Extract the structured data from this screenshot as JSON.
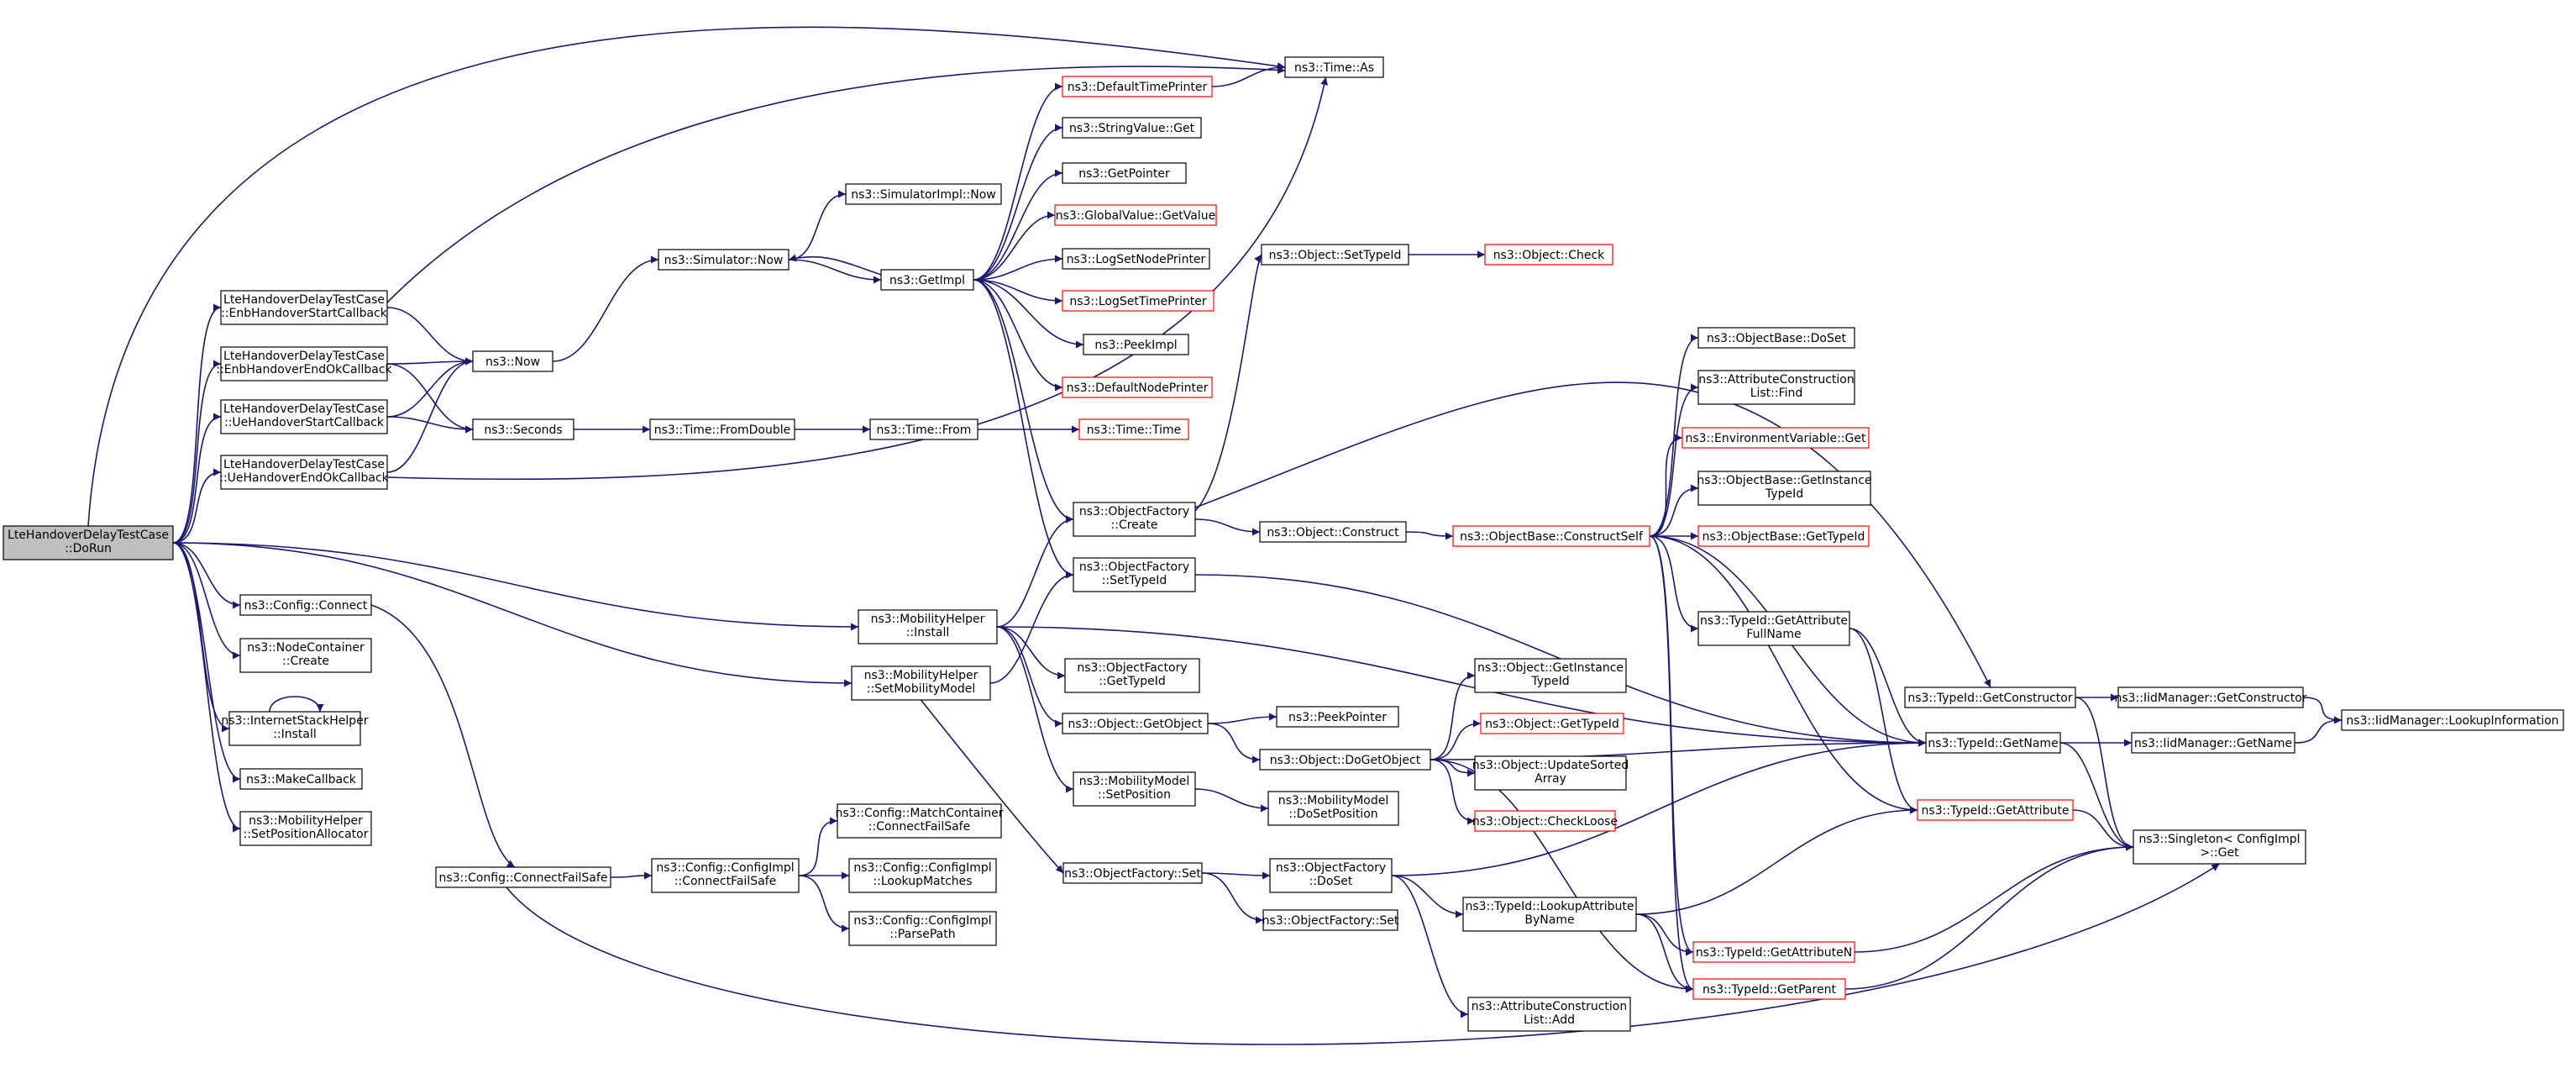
{
  "colors": {
    "edge": "#191970",
    "normal_border": "#000000",
    "truncated_border": "#ff0000",
    "root_fill": "#bfbfbf"
  },
  "nodes": [
    {
      "id": "root",
      "lines": [
        "LteHandoverDelayTestCase",
        "::DoRun"
      ],
      "style": "root"
    },
    {
      "id": "enbStart",
      "lines": [
        "LteHandoverDelayTestCase",
        "::EnbHandoverStartCallback"
      ]
    },
    {
      "id": "enbEnd",
      "lines": [
        "LteHandoverDelayTestCase",
        "::EnbHandoverEndOkCallback"
      ]
    },
    {
      "id": "ueStart",
      "lines": [
        "LteHandoverDelayTestCase",
        "::UeHandoverStartCallback"
      ]
    },
    {
      "id": "ueEnd",
      "lines": [
        "LteHandoverDelayTestCase",
        "::UeHandoverEndOkCallback"
      ]
    },
    {
      "id": "cfgConnect",
      "lines": [
        "ns3::Config::Connect"
      ]
    },
    {
      "id": "ncCreate",
      "lines": [
        "ns3::NodeContainer",
        "::Create"
      ]
    },
    {
      "id": "ishInstall",
      "lines": [
        "ns3::InternetStackHelper",
        "::Install"
      ]
    },
    {
      "id": "makeCb",
      "lines": [
        "ns3::MakeCallback"
      ]
    },
    {
      "id": "mhSetPos",
      "lines": [
        "ns3::MobilityHelper",
        "::SetPositionAllocator"
      ]
    },
    {
      "id": "now",
      "lines": [
        "ns3::Now"
      ]
    },
    {
      "id": "seconds",
      "lines": [
        "ns3::Seconds"
      ]
    },
    {
      "id": "simNow",
      "lines": [
        "ns3::Simulator::Now"
      ]
    },
    {
      "id": "simImplNow",
      "lines": [
        "ns3::SimulatorImpl::Now"
      ]
    },
    {
      "id": "fromDouble",
      "lines": [
        "ns3::Time::FromDouble"
      ]
    },
    {
      "id": "timeFrom",
      "lines": [
        "ns3::Time::From"
      ]
    },
    {
      "id": "timeTime",
      "lines": [
        "ns3::Time::Time"
      ],
      "style": "trunc"
    },
    {
      "id": "getImpl",
      "lines": [
        "ns3::GetImpl"
      ]
    },
    {
      "id": "defTime",
      "lines": [
        "ns3::DefaultTimePrinter"
      ],
      "style": "trunc"
    },
    {
      "id": "strGet",
      "lines": [
        "ns3::StringValue::Get"
      ]
    },
    {
      "id": "getPointer",
      "lines": [
        "ns3::GetPointer"
      ]
    },
    {
      "id": "gvGet",
      "lines": [
        "ns3::GlobalValue::GetValue"
      ],
      "style": "trunc"
    },
    {
      "id": "logNode",
      "lines": [
        "ns3::LogSetNodePrinter"
      ]
    },
    {
      "id": "logTime",
      "lines": [
        "ns3::LogSetTimePrinter"
      ],
      "style": "trunc"
    },
    {
      "id": "peekImpl",
      "lines": [
        "ns3::PeekImpl"
      ]
    },
    {
      "id": "defNode",
      "lines": [
        "ns3::DefaultNodePrinter"
      ],
      "style": "trunc"
    },
    {
      "id": "timeAs",
      "lines": [
        "ns3::Time::As"
      ]
    },
    {
      "id": "objSetTid",
      "lines": [
        "ns3::Object::SetTypeId"
      ]
    },
    {
      "id": "objCheck",
      "lines": [
        "ns3::Object::Check"
      ],
      "style": "trunc"
    },
    {
      "id": "ofCreate",
      "lines": [
        "ns3::ObjectFactory",
        "::Create"
      ]
    },
    {
      "id": "ofSetTid",
      "lines": [
        "ns3::ObjectFactory",
        "::SetTypeId"
      ]
    },
    {
      "id": "objConstruct",
      "lines": [
        "ns3::Object::Construct"
      ]
    },
    {
      "id": "obConstruct",
      "lines": [
        "ns3::ObjectBase::ConstructSelf"
      ],
      "style": "trunc"
    },
    {
      "id": "obDoSet",
      "lines": [
        "ns3::ObjectBase::DoSet"
      ]
    },
    {
      "id": "aclFind",
      "lines": [
        "ns3::AttributeConstruction",
        "List::Find"
      ]
    },
    {
      "id": "envGet",
      "lines": [
        "ns3::EnvironmentVariable::Get"
      ],
      "style": "trunc"
    },
    {
      "id": "obGetInst",
      "lines": [
        "ns3::ObjectBase::GetInstance",
        "TypeId"
      ]
    },
    {
      "id": "obGetTid",
      "lines": [
        "ns3::ObjectBase::GetTypeId"
      ],
      "style": "trunc"
    },
    {
      "id": "tidGetAttrFull",
      "lines": [
        "ns3::TypeId::GetAttribute",
        "FullName"
      ]
    },
    {
      "id": "mhInstall",
      "lines": [
        "ns3::MobilityHelper",
        "::Install"
      ]
    },
    {
      "id": "mhSetMob",
      "lines": [
        "ns3::MobilityHelper",
        "::SetMobilityModel"
      ]
    },
    {
      "id": "ofGetTid",
      "lines": [
        "ns3::ObjectFactory",
        "::GetTypeId"
      ]
    },
    {
      "id": "objGetObject",
      "lines": [
        "ns3::Object::GetObject"
      ]
    },
    {
      "id": "peekPointer",
      "lines": [
        "ns3::PeekPointer"
      ]
    },
    {
      "id": "mmSetPos",
      "lines": [
        "ns3::MobilityModel",
        "::SetPosition"
      ]
    },
    {
      "id": "mmDoSetPos",
      "lines": [
        "ns3::MobilityModel",
        "::DoSetPosition"
      ]
    },
    {
      "id": "objDoGet",
      "lines": [
        "ns3::Object::DoGetObject"
      ]
    },
    {
      "id": "objGetInst",
      "lines": [
        "ns3::Object::GetInstance",
        "TypeId"
      ]
    },
    {
      "id": "objGetTid",
      "lines": [
        "ns3::Object::GetTypeId"
      ],
      "style": "trunc"
    },
    {
      "id": "objUpdSorted",
      "lines": [
        "ns3::Object::UpdateSorted",
        "Array"
      ]
    },
    {
      "id": "objCheckLoose",
      "lines": [
        "ns3::Object::CheckLoose"
      ],
      "style": "trunc"
    },
    {
      "id": "ofSet",
      "lines": [
        "ns3::ObjectFactory::Set"
      ]
    },
    {
      "id": "ofDoSet",
      "lines": [
        "ns3::ObjectFactory",
        "::DoSet"
      ]
    },
    {
      "id": "ofSet2",
      "lines": [
        "ns3::ObjectFactory::Set"
      ]
    },
    {
      "id": "tidLookupAttr",
      "lines": [
        "ns3::TypeId::LookupAttribute",
        "ByName"
      ]
    },
    {
      "id": "aclAdd",
      "lines": [
        "ns3::AttributeConstruction",
        "List::Add"
      ]
    },
    {
      "id": "cfgConnectFS",
      "lines": [
        "ns3::Config::ConnectFailSafe"
      ]
    },
    {
      "id": "cfgImplConnectFS",
      "lines": [
        "ns3::Config::ConfigImpl",
        "::ConnectFailSafe"
      ]
    },
    {
      "id": "cfgMatch",
      "lines": [
        "ns3::Config::MatchContainer",
        "::ConnectFailSafe"
      ]
    },
    {
      "id": "cfgLookup",
      "lines": [
        "ns3::Config::ConfigImpl",
        "::LookupMatches"
      ]
    },
    {
      "id": "cfgParse",
      "lines": [
        "ns3::Config::ConfigImpl",
        "::ParsePath"
      ]
    },
    {
      "id": "tidGetCtor",
      "lines": [
        "ns3::TypeId::GetConstructor"
      ]
    },
    {
      "id": "tidGetName",
      "lines": [
        "ns3::TypeId::GetName"
      ]
    },
    {
      "id": "tidGetAttr",
      "lines": [
        "ns3::TypeId::GetAttribute"
      ],
      "style": "trunc"
    },
    {
      "id": "tidGetAttrN",
      "lines": [
        "ns3::TypeId::GetAttributeN"
      ],
      "style": "trunc"
    },
    {
      "id": "tidGetParent",
      "lines": [
        "ns3::TypeId::GetParent"
      ],
      "style": "trunc"
    },
    {
      "id": "iidGetCtor",
      "lines": [
        "ns3::IidManager::GetConstructor"
      ]
    },
    {
      "id": "iidGetName",
      "lines": [
        "ns3::IidManager::GetName"
      ]
    },
    {
      "id": "iidLookup",
      "lines": [
        "ns3::IidManager::LookupInformation"
      ]
    },
    {
      "id": "singleton",
      "lines": [
        "ns3::Singleton< ConfigImpl",
        ">::Get"
      ]
    }
  ]
}
